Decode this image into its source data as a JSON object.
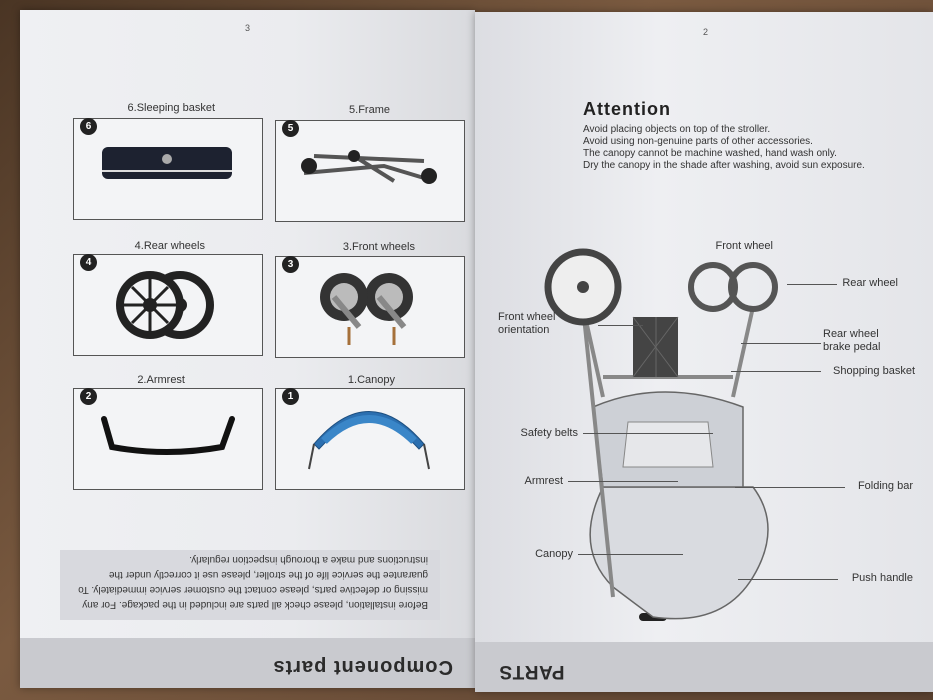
{
  "left_page": {
    "header": "Component parts",
    "notice": "Before installation, please check all parts are included in the package. For any missing or defective parts, please contact the customer service immediately. To guarantee the service life of the stroller, please use it correctly under the instructions and make a thorough inspection regularly.",
    "page_number": "3",
    "parts": [
      {
        "number": "1",
        "label": "1.Canopy"
      },
      {
        "number": "2",
        "label": "2.Armrest"
      },
      {
        "number": "3",
        "label": "3.Front wheels"
      },
      {
        "number": "4",
        "label": "4.Rear wheels"
      },
      {
        "number": "5",
        "label": "5.Frame"
      },
      {
        "number": "6",
        "label": "6.Sleeping basket"
      }
    ]
  },
  "right_page": {
    "header": "PARTS",
    "page_number": "2",
    "callouts": {
      "push_handle": "Push handle",
      "canopy": "Canopy",
      "folding_bar": "Folding bar",
      "armrest": "Armrest",
      "safety_belts": "Safety belts",
      "shopping_basket": "Shopping basket",
      "rear_wheel_brake": "Rear wheel brake pedal",
      "front_wheel_orientation": "Front wheel orientation",
      "rear_wheel": "Rear wheel",
      "front_wheel": "Front wheel"
    },
    "attention": {
      "title": "Attention",
      "lines": [
        "Avoid placing objects on top of the stroller.",
        "Avoid using non-genuine parts of other accessories.",
        "The canopy cannot be machine washed, hand wash only.",
        "Dry the canopy in the shade after washing, avoid sun exposure."
      ]
    }
  }
}
